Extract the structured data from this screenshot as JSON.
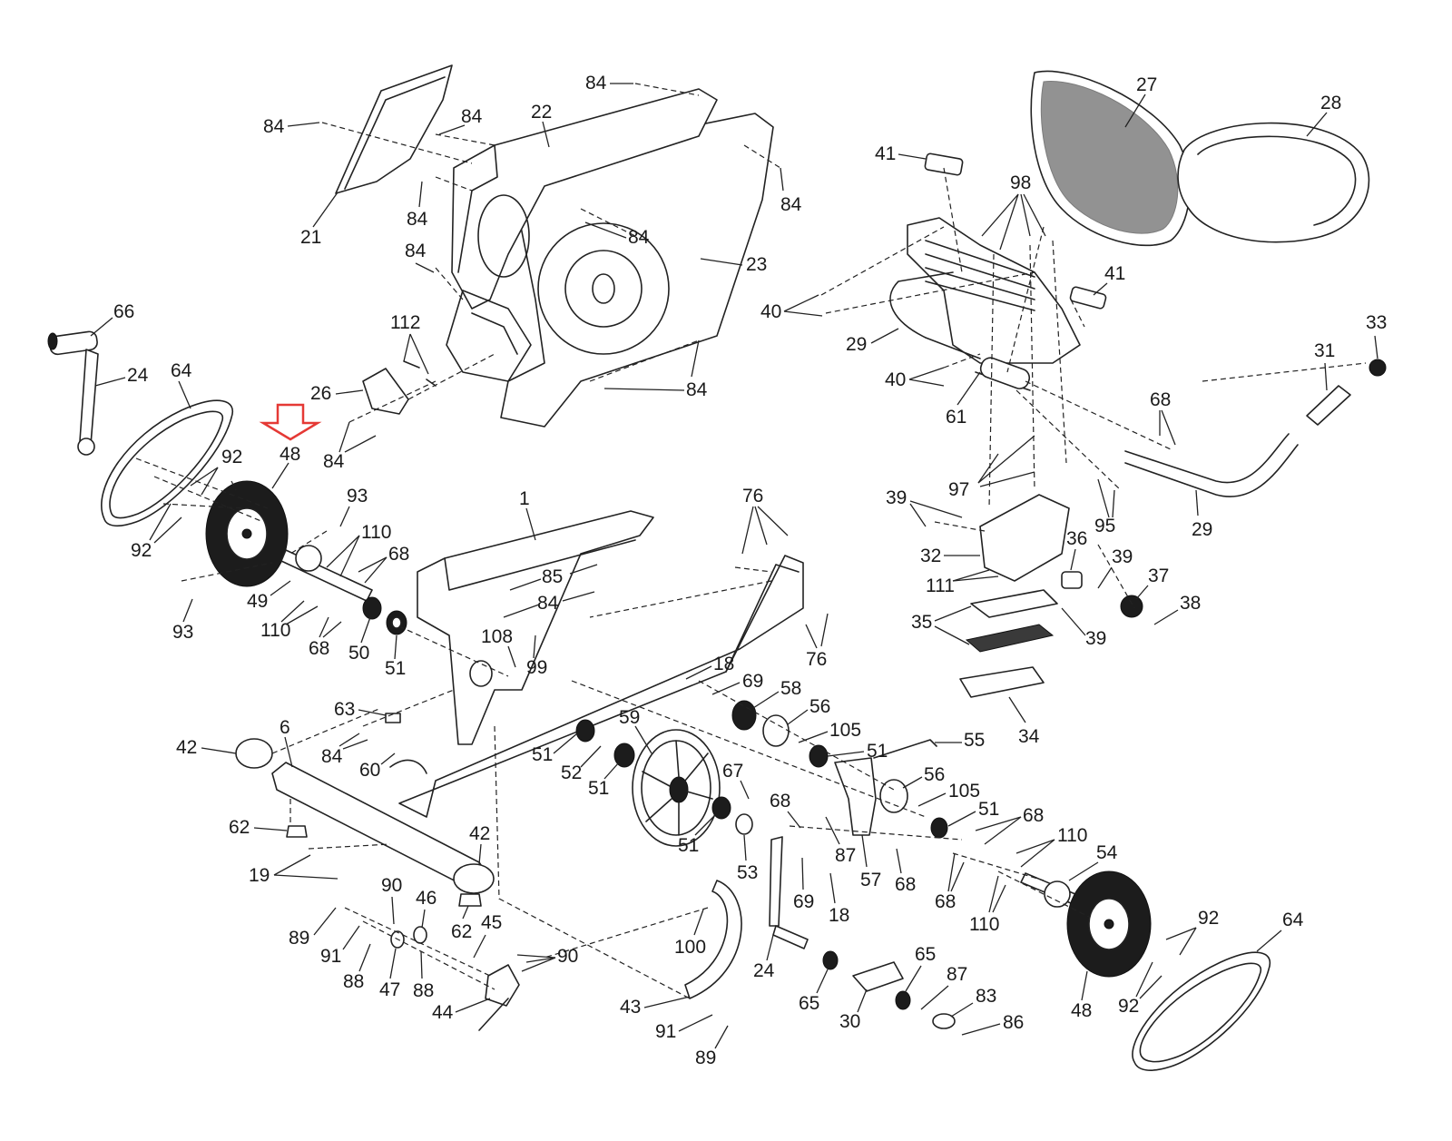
{
  "highlight": {
    "arrow_color": "#e53935",
    "target_label": "48",
    "arrow_icon": "down-outline-arrow"
  },
  "labels": {
    "p1": "1",
    "p6": "6",
    "p18a": "18",
    "p18b": "18",
    "p19": "19",
    "p21": "21",
    "p22": "22",
    "p23": "23",
    "p24a": "24",
    "p24b": "24",
    "p26": "26",
    "p27": "27",
    "p28": "28",
    "p29a": "29",
    "p29b": "29",
    "p30": "30",
    "p31": "31",
    "p32": "32",
    "p33": "33",
    "p34": "34",
    "p35": "35",
    "p36": "36",
    "p37": "37",
    "p38": "38",
    "p39a": "39",
    "p39b": "39",
    "p39c": "39",
    "p40a": "40",
    "p40b": "40",
    "p41a": "41",
    "p41b": "41",
    "p42a": "42",
    "p42b": "42",
    "p43": "43",
    "p44": "44",
    "p45": "45",
    "p46": "46",
    "p47": "47",
    "p48a": "48",
    "p48b": "48",
    "p49": "49",
    "p50": "50",
    "p51a": "51",
    "p51b": "51",
    "p51c": "51",
    "p51d": "51",
    "p51e": "51",
    "p51f": "51",
    "p52": "52",
    "p53": "53",
    "p54": "54",
    "p55": "55",
    "p56a": "56",
    "p56b": "56",
    "p57": "57",
    "p58": "58",
    "p59": "59",
    "p60": "60",
    "p61": "61",
    "p62a": "62",
    "p62b": "62",
    "p63": "63",
    "p64a": "64",
    "p64b": "64",
    "p65a": "65",
    "p65b": "65",
    "p66": "66",
    "p67": "67",
    "p68a": "68",
    "p68b": "68",
    "p68c": "68",
    "p68d": "68",
    "p68e": "68",
    "p68f": "68",
    "p68g": "68",
    "p69a": "69",
    "p69b": "69",
    "p76a": "76",
    "p76b": "76",
    "p83": "83",
    "p84a": "84",
    "p84b": "84",
    "p84c": "84",
    "p84d": "84",
    "p84e": "84",
    "p84f": "84",
    "p84g": "84",
    "p84h": "84",
    "p84i": "84",
    "p84j": "84",
    "p84k": "84",
    "p85": "85",
    "p86": "86",
    "p87a": "87",
    "p87b": "87",
    "p88a": "88",
    "p88b": "88",
    "p89a": "89",
    "p89b": "89",
    "p90a": "90",
    "p90b": "90",
    "p91a": "91",
    "p91b": "91",
    "p92a": "92",
    "p92b": "92",
    "p92c": "92",
    "p92d": "92",
    "p93a": "93",
    "p93b": "93",
    "p95": "95",
    "p97": "97",
    "p98": "98",
    "p99": "99",
    "p100": "100",
    "p105a": "105",
    "p105b": "105",
    "p108": "108",
    "p110a": "110",
    "p110b": "110",
    "p110c": "110",
    "p110d": "110",
    "p111": "111",
    "p112": "112"
  }
}
